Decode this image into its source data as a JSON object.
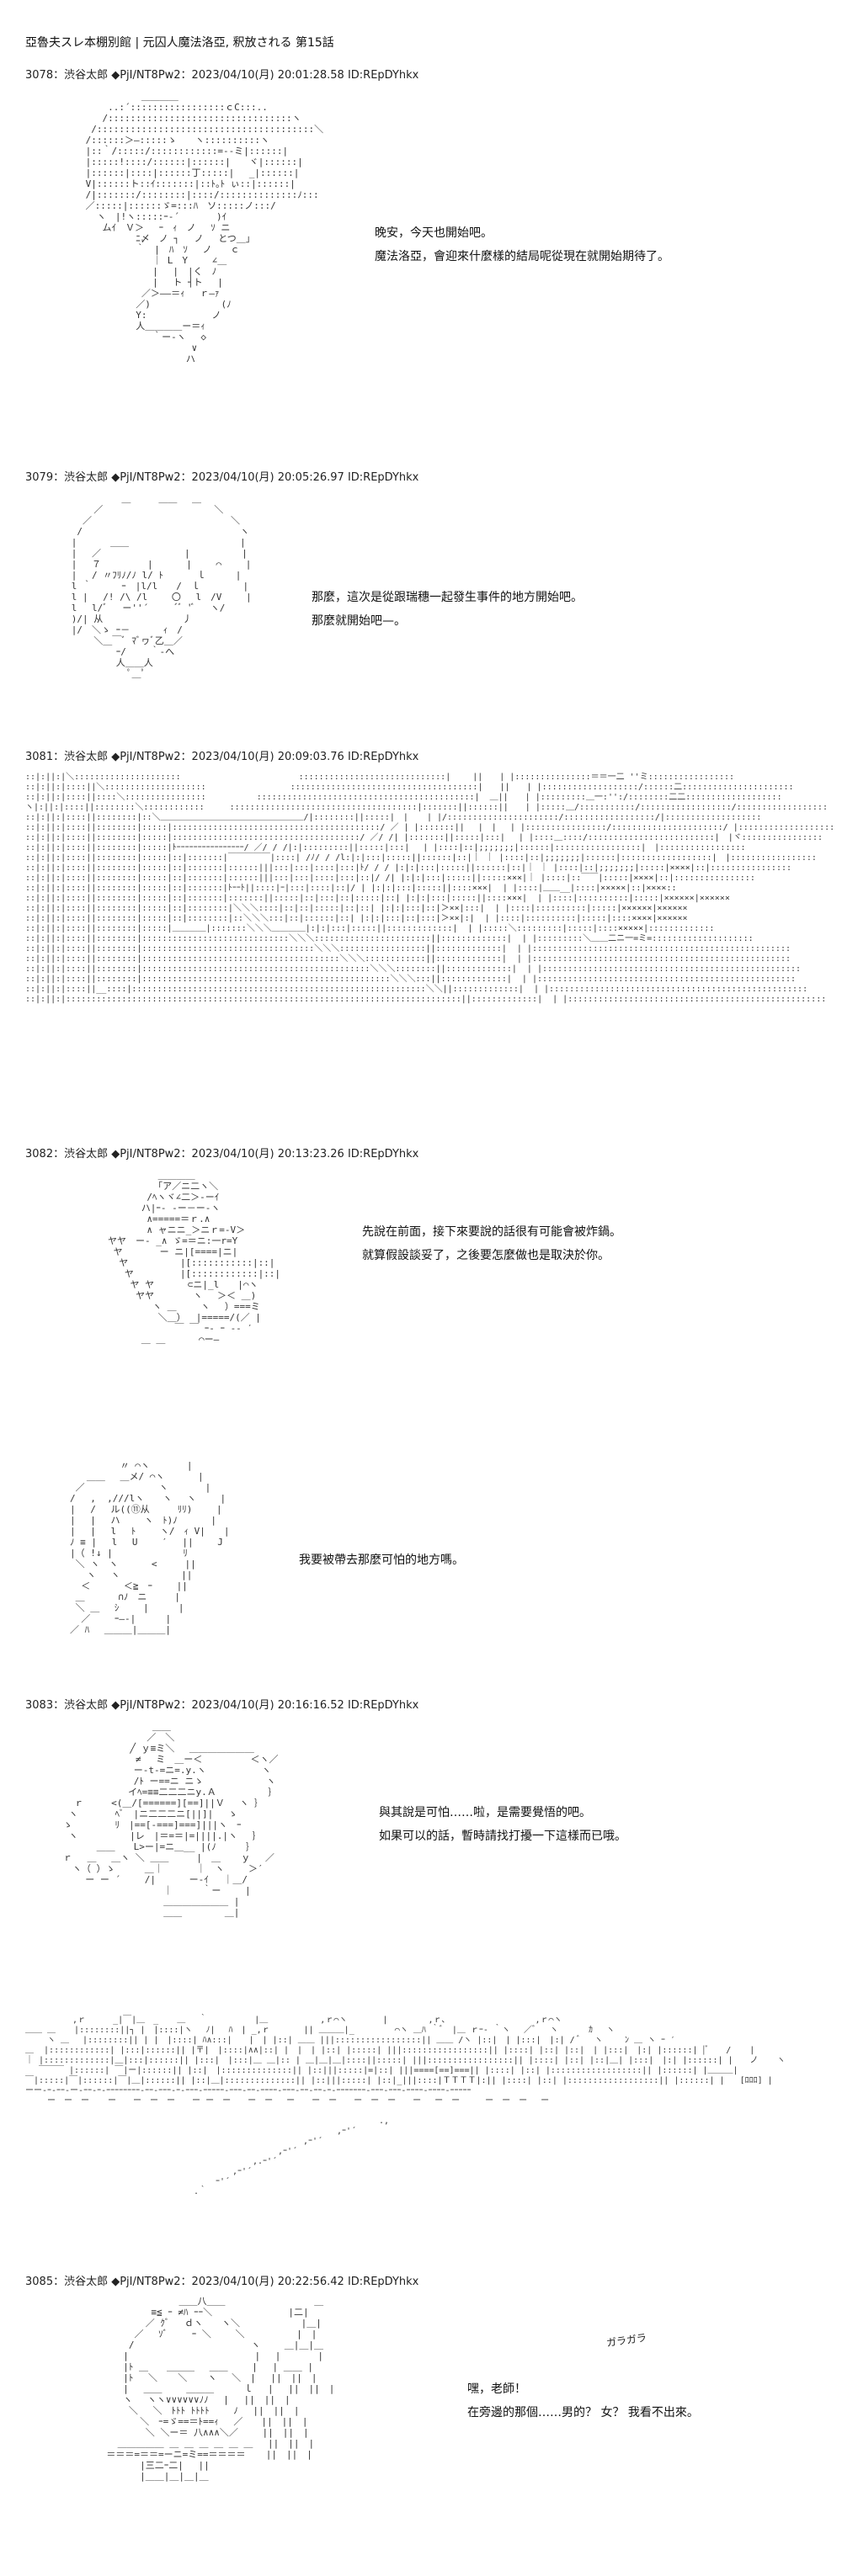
{
  "page_title": "亞魯夫スレ本棚別館 | 元囚人魔法洛亞, 釈放される 第15話",
  "posts": [
    {
      "header": "3078：渋谷太郎 ◆PjI/NT8Pw2：2023/04/10(月) 20:01:28.58 ID:REpDYhkx",
      "lines": [
        "晚安，今天也開始吧。",
        "魔法洛亞，會迎來什麼樣的結局呢從現在就開始期待了。"
      ]
    },
    {
      "header": "3079：渋谷太郎 ◆PjI/NT8Pw2：2023/04/10(月) 20:05:26.97 ID:REpDYhkx",
      "lines": [
        "那麼，這次是從跟瑞穗一起發生事件的地方開始吧。",
        "那麼就開始吧—。"
      ]
    },
    {
      "header": "3081：渋谷太郎 ◆PjI/NT8Pw2：2023/04/10(月) 20:09:03.76 ID:REpDYhkx",
      "lines": []
    },
    {
      "header": "3082：渋谷太郎 ◆PjI/NT8Pw2：2023/04/10(月) 20:13:23.26 ID:REpDYhkx",
      "lines": [
        "先說在前面，接下來要說的話很有可能會被炸鍋。",
        "就算假設談妥了，之後要怎麼做也是取決於你。"
      ],
      "lines_b": [
        "我要被帶去那麼可怕的地方嗎。"
      ]
    },
    {
      "header": "3083：渋谷太郎 ◆PjI/NT8Pw2：2023/04/10(月) 20:16:16.52 ID:REpDYhkx",
      "lines": [
        "與其說是可怕……啦，是需要覺悟的吧。",
        "如果可以的話，暫時請找打擾一下這樣而已哦。"
      ]
    },
    {
      "header": "3085：渋谷太郎 ◆PjI/NT8Pw2：2023/04/10(月) 20:22:56.42 ID:REpDYhkx",
      "sfx": "ガラガラ",
      "lines": [
        "嘿，老師！",
        "在旁邊的那個……男的？ 女？ 我看不出來。"
      ]
    }
  ]
}
